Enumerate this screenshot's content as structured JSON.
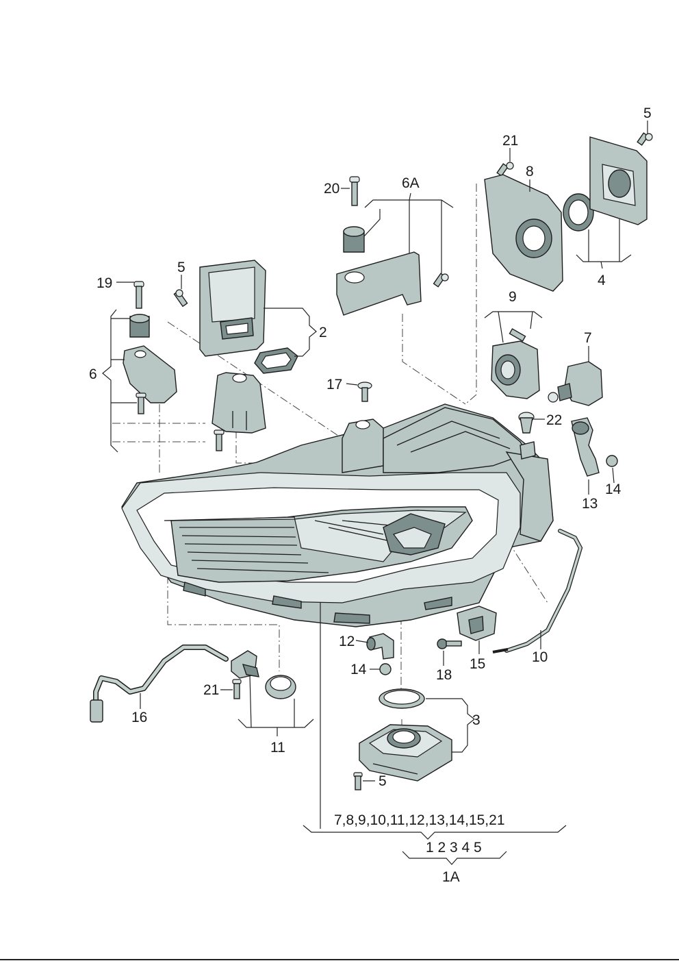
{
  "labels": {
    "l5_top_right": "5",
    "l21_top": "21",
    "l8": "8",
    "l20": "20",
    "l6A": "6A",
    "l4": "4",
    "l5_left": "5",
    "l19": "19",
    "l2": "2",
    "l6": "6",
    "l9": "9",
    "l7": "7",
    "l17": "17",
    "l22": "22",
    "l13": "13",
    "l14_right": "14",
    "l12": "12",
    "l14_bottom": "14",
    "l15": "15",
    "l10": "10",
    "l18": "18",
    "l21_bottom": "21",
    "l16": "16",
    "l11": "11",
    "l3": "3",
    "l5_bottom": "5",
    "list_contents": "7,8,9,10,11,12,13,14,15,21",
    "list_main": "1 2 3 4 5",
    "l1A": "1A"
  }
}
